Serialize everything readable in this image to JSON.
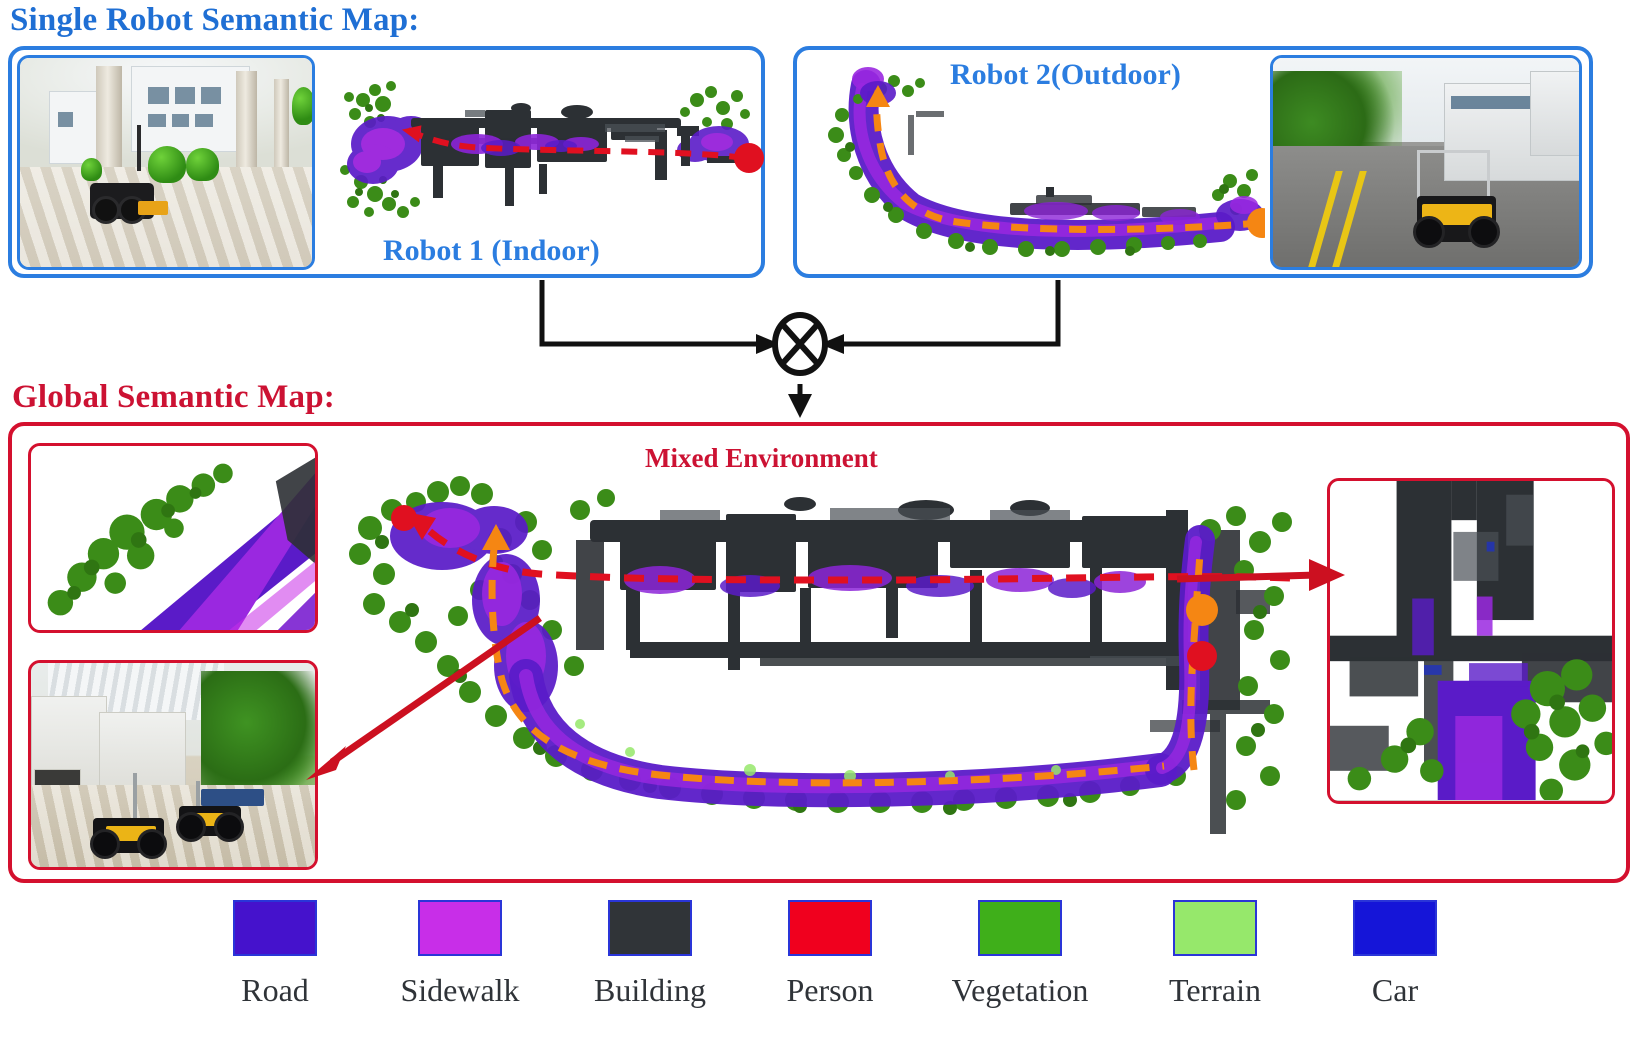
{
  "figure": {
    "single_robot_title": "Single Robot Semantic Map:",
    "global_title": "Global Semantic Map:",
    "merge_symbol": "⊗"
  },
  "panels": {
    "robot1": {
      "label": "Robot 1 (Indoor)",
      "border_color": "#2b7de0",
      "photo_alt": "indoor-atrium-with-ground-robot",
      "trajectory_color": "#e01020",
      "trajectory_style": "dashed",
      "trajectory_direction": "leftward"
    },
    "robot2": {
      "label": "Robot 2(Outdoor)",
      "border_color": "#2b7de0",
      "photo_alt": "outdoor-road-with-golf-cart-robot",
      "trajectory_color": "#f58613",
      "trajectory_style": "dashed",
      "trajectory_direction": "upward-left"
    },
    "global": {
      "label": "Mixed Environment",
      "border_color": "#d4102e",
      "inset_top_alt": "zoomed-road-and-vegetation-pointcloud",
      "inset_photo_alt": "two-robots-in-courtyard",
      "inset_right_alt": "zoomed-building-corridor-pointcloud",
      "red_trajectory_color": "#e01020",
      "orange_trajectory_color": "#f58613",
      "callout_arrow_color": "#cc1020"
    }
  },
  "legend": {
    "items": [
      {
        "label": "Road",
        "color": "#4512cc"
      },
      {
        "label": "Sidewalk",
        "color": "#c82ee8"
      },
      {
        "label": "Building",
        "color": "#303438"
      },
      {
        "label": "Person",
        "color": "#f0001e"
      },
      {
        "label": "Vegetation",
        "color": "#3faf1a"
      },
      {
        "label": "Terrain",
        "color": "#96e86b"
      },
      {
        "label": "Car",
        "color": "#1515d8"
      }
    ],
    "swatch_border_color": "#2a35d8"
  },
  "palette": {
    "title_blue": "#1f6fd4",
    "title_red": "#cc1233",
    "panel_blue": "#2b7de0",
    "panel_red": "#d4102e",
    "road": "#4512cc",
    "sidewalk": "#c82ee8",
    "building": "#303438",
    "person": "#f0001e",
    "vegetation": "#3faf1a",
    "terrain": "#96e86b",
    "car": "#1515d8"
  }
}
